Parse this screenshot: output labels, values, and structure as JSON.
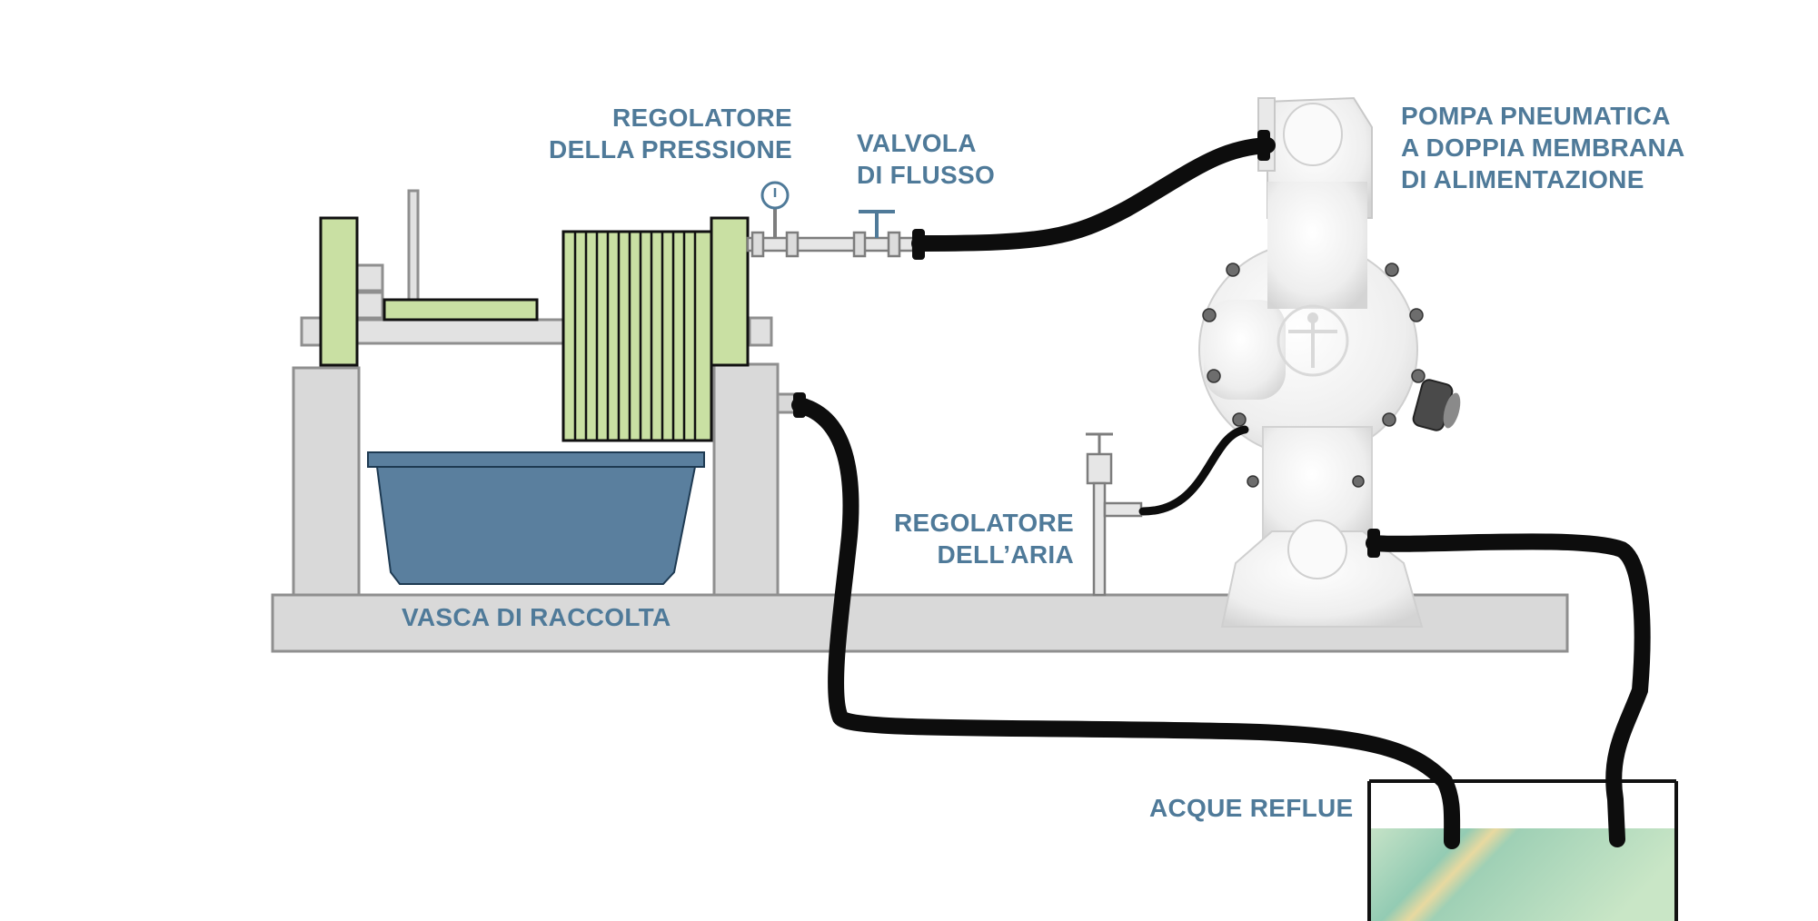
{
  "labels": {
    "pressure_regulator": [
      "REGOLATORE",
      "DELLA PRESSIONE"
    ],
    "flow_valve": [
      "VALVOLA",
      "DI FLUSSO"
    ],
    "pump": [
      "POMPA PNEUMATICA",
      "A DOPPIA MEMBRANA",
      "DI ALIMENTAZIONE"
    ],
    "air_regulator": [
      "REGOLATORE",
      "DELL’ARIA"
    ],
    "collection_tank": "VASCA DI RACCOLTA",
    "wastewater": "ACQUE REFLUE"
  },
  "colors": {
    "label": "#4f7a99",
    "frame": "#d9d9d9",
    "filter_plates": "#c9e0a3",
    "tub": "#5a7f9e",
    "hose": "#0d0d0d",
    "pump_body": "#f4f4f4",
    "water": "#a9d3b4"
  }
}
